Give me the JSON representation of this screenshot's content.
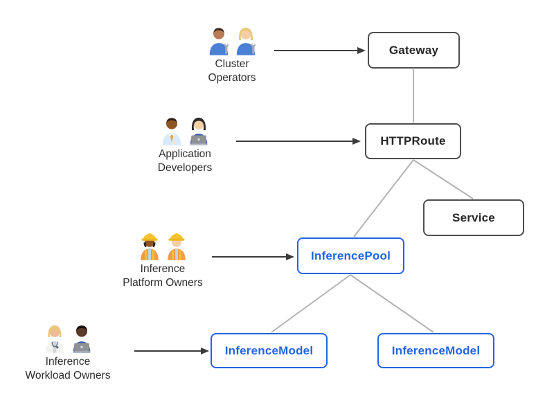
{
  "diagram": {
    "personas": [
      {
        "id": "cluster-operators",
        "label_lines": [
          "Cluster",
          "Operators"
        ],
        "icons": [
          "man-mechanic-icon",
          "woman-mechanic-icon"
        ]
      },
      {
        "id": "application-developers",
        "label_lines": [
          "Application",
          "Developers"
        ],
        "icons": [
          "man-office-worker-icon",
          "woman-technologist-icon"
        ]
      },
      {
        "id": "inference-platform-owners",
        "label_lines": [
          "Inference",
          "Platform Owners"
        ],
        "icons": [
          "woman-construction-worker-icon",
          "man-construction-worker-icon"
        ]
      },
      {
        "id": "inference-workload-owners",
        "label_lines": [
          "Inference",
          "Workload Owners"
        ],
        "icons": [
          "health-worker-icon",
          "man-technologist-icon"
        ]
      }
    ],
    "nodes": [
      {
        "id": "gateway",
        "label": "Gateway",
        "style": "standard"
      },
      {
        "id": "httproute",
        "label": "HTTPRoute",
        "style": "standard"
      },
      {
        "id": "service",
        "label": "Service",
        "style": "standard"
      },
      {
        "id": "inferencepool",
        "label": "InferencePool",
        "style": "extension"
      },
      {
        "id": "inferencemodel-left",
        "label": "InferenceModel",
        "style": "extension"
      },
      {
        "id": "inferencemodel-right",
        "label": "InferenceModel",
        "style": "extension"
      }
    ],
    "edges": [
      {
        "from": "gateway",
        "to": "httproute",
        "type": "line"
      },
      {
        "from": "httproute",
        "to": "inferencepool",
        "type": "line"
      },
      {
        "from": "httproute",
        "to": "service",
        "type": "line"
      },
      {
        "from": "inferencepool",
        "to": "inferencemodel-left",
        "type": "line"
      },
      {
        "from": "inferencepool",
        "to": "inferencemodel-right",
        "type": "line"
      },
      {
        "from": "cluster-operators",
        "to": "gateway",
        "type": "arrow"
      },
      {
        "from": "application-developers",
        "to": "httproute",
        "type": "arrow"
      },
      {
        "from": "inference-platform-owners",
        "to": "inferencepool",
        "type": "arrow"
      },
      {
        "from": "inference-workload-owners",
        "to": "inferencemodel-left",
        "type": "arrow"
      }
    ],
    "colors": {
      "background": "#ffffff",
      "standard_border": "#4d4d4d",
      "standard_text": "#262626",
      "extension_border": "#2165e2",
      "extension_text": "#2165e2",
      "connector_line": "#b3b3b3",
      "arrow": "#3b3b3b",
      "label_text": "#2d2d2d"
    }
  }
}
